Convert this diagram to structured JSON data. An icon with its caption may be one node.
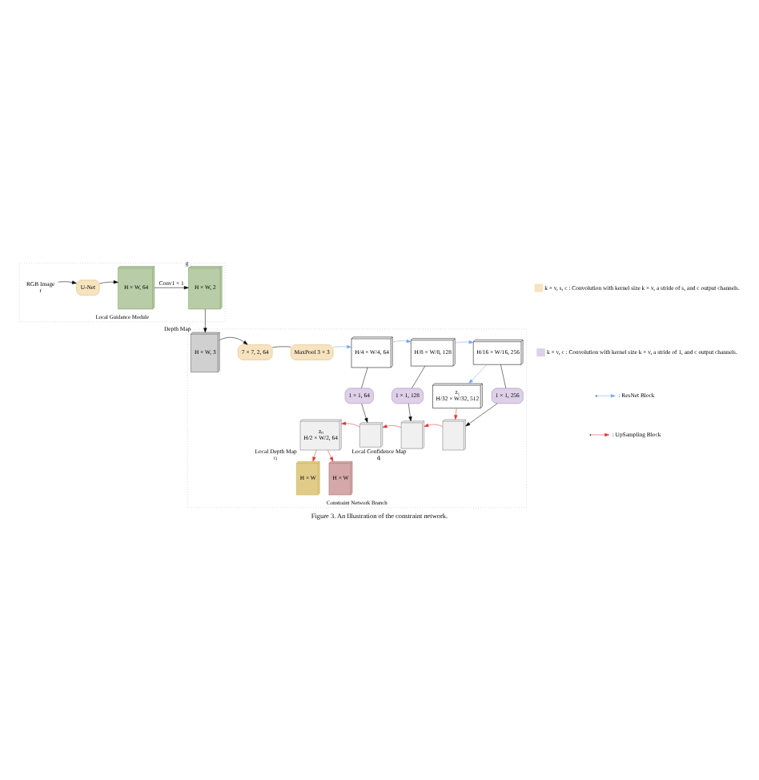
{
  "diagram": {
    "caption": "Figure 3. An Illustration of the constraint network.",
    "nodes": [
      {
        "text": [
          "Local Guidance Module"
        ]
      },
      {
        "text": [
          "RGB Image",
          "r"
        ],
        "in": 0
      },
      {
        "text": [
          "U-Net"
        ],
        "in": 0
      },
      {
        "text": [
          "H × W, 64"
        ],
        "in": 0
      },
      {
        "text": [
          "H × W, 2"
        ],
        "beside": [
          "g"
        ],
        "in": 0
      },
      {
        "text": [
          "Constraint Network Branch"
        ]
      },
      {
        "text": [
          "H × W, 3"
        ],
        "beside": [
          "Depth Map"
        ],
        "in": 5
      },
      {
        "text": [
          "7 × 7, 2, 64"
        ],
        "in": 5
      },
      {
        "text": [
          "MaxPool 3 × 3"
        ],
        "in": 5
      },
      {
        "text": [
          "H/4 × W/4, 64"
        ],
        "in": 5
      },
      {
        "text": [
          "H/8 × W/8, 128"
        ],
        "in": 5
      },
      {
        "text": [
          "H/16 × W/16, 256"
        ],
        "in": 5
      },
      {
        "text": [
          "z₁",
          "H/32 × W/32, 512"
        ],
        "in": 5
      },
      {
        "text": [
          "1 × 1, 64"
        ],
        "in": 5
      },
      {
        "text": [
          "1 × 1, 128"
        ],
        "in": 5
      },
      {
        "text": [
          "1 × 1, 256"
        ],
        "in": 5
      },
      {
        "text": [],
        "shape": "box",
        "in": 5
      },
      {
        "text": [],
        "shape": "box",
        "in": 5
      },
      {
        "text": [],
        "shape": "box",
        "in": 5
      },
      {
        "text": [
          "zₙ",
          "H/2 × W/2, 64"
        ],
        "in": 5
      },
      {
        "text": [
          "H × W"
        ],
        "beside": [
          "Local Depth Map",
          "cₗ"
        ],
        "in": 5
      },
      {
        "text": [
          "H × W"
        ],
        "beside": [
          "Local Confidence Map",
          "dₗ"
        ],
        "in": 5
      }
    ],
    "edges": [
      {
        "from": 1,
        "to": 2,
        "arrow": "to"
      },
      {
        "from": 2,
        "to": 3,
        "arrow": "to"
      },
      {
        "from": 3,
        "to": 4,
        "arrow": "to",
        "label": "Conv1 × 1"
      },
      {
        "from": 4,
        "to": 6,
        "arrow": "to"
      },
      {
        "from": 6,
        "to": 7,
        "arrow": "to"
      },
      {
        "from": 7,
        "to": 8,
        "arrow": "none"
      },
      {
        "from": 8,
        "to": 9,
        "arrow": "to",
        "color": "#6fa8f5"
      },
      {
        "from": 9,
        "to": 10,
        "arrow": "to",
        "color": "#6fa8f5"
      },
      {
        "from": 10,
        "to": 11,
        "arrow": "to",
        "color": "#6fa8f5"
      },
      {
        "from": 11,
        "to": 12,
        "arrow": "to",
        "color": "#6fa8f5"
      },
      {
        "from": 9,
        "to": 13,
        "arrow": "none"
      },
      {
        "from": 13,
        "to": 16,
        "arrow": "to"
      },
      {
        "from": 10,
        "to": 14,
        "arrow": "none"
      },
      {
        "from": 14,
        "to": 17,
        "arrow": "to"
      },
      {
        "from": 11,
        "to": 15,
        "arrow": "none"
      },
      {
        "from": 15,
        "to": 18,
        "arrow": "to"
      },
      {
        "from": 12,
        "to": 18,
        "arrow": "to",
        "color": "#e03030"
      },
      {
        "from": 18,
        "to": 17,
        "arrow": "to",
        "color": "#e03030"
      },
      {
        "from": 17,
        "to": 16,
        "arrow": "to",
        "color": "#e03030"
      },
      {
        "from": 16,
        "to": 19,
        "arrow": "to",
        "color": "#e03030"
      },
      {
        "from": 19,
        "to": 20,
        "arrow": "to",
        "color": "#e03030"
      },
      {
        "from": 19,
        "to": 21,
        "arrow": "to",
        "color": "#e03030"
      }
    ],
    "legend": [
      {
        "text": "k × v, s, c : Convolution with kernel size k × v, a stride of s, and c output channels.",
        "color": "#f7e3bf"
      },
      {
        "text": "k × v, c : Convolution with kernel size k × v, a stride of 1, and c output channels.",
        "color": "#ddd0e8"
      },
      {
        "text": ": ResNet Block"
      },
      {
        "text": ": UpSampling Block"
      }
    ]
  }
}
